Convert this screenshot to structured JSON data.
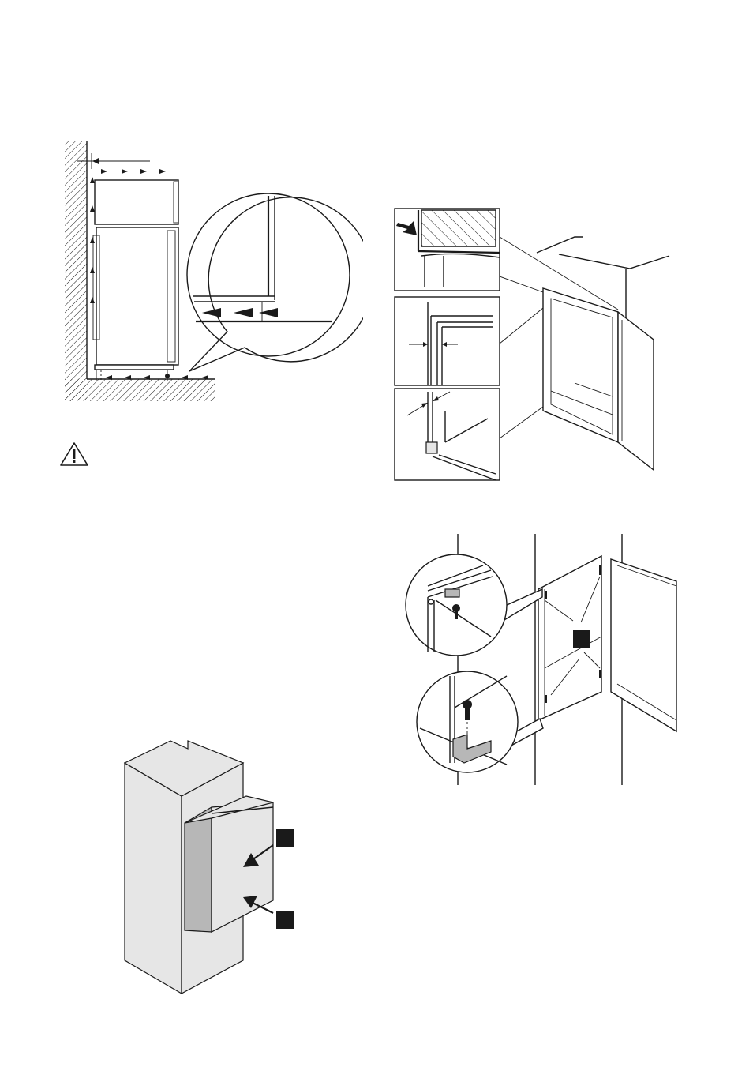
{
  "page": {
    "background": "#ffffff",
    "line_color": "#1a1a1a"
  },
  "figures": [
    {
      "id": "ventilation-side-view",
      "icons": [
        "wall-hatch",
        "airflow-arrows",
        "detail-magnifier"
      ]
    },
    {
      "id": "door-seal-detail",
      "icons": [
        "push-arrow",
        "gap-dimension",
        "hinge-detail"
      ]
    },
    {
      "id": "warning-note",
      "icons": [
        "warning-triangle-icon"
      ]
    },
    {
      "id": "hinge-cover-screws",
      "icons": [
        "screw",
        "bracket",
        "detail-magnifier"
      ],
      "callout_labels": [
        ""
      ]
    },
    {
      "id": "appliance-insertion",
      "icons": [
        "cabinet",
        "appliance",
        "push-arrow"
      ],
      "callout_labels": [
        "",
        ""
      ]
    }
  ]
}
